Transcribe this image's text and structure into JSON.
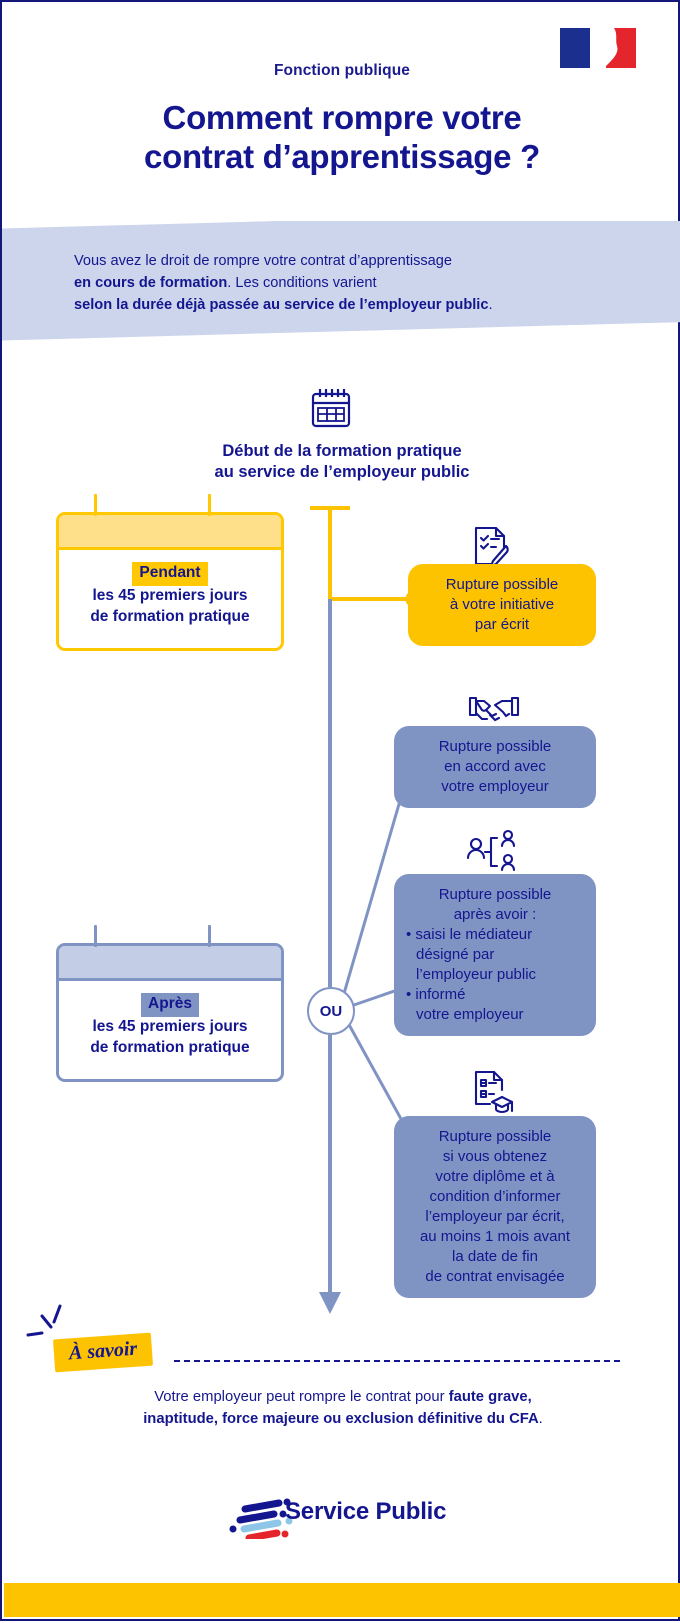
{
  "header": {
    "eyebrow": "Fonction publique",
    "title_line1": "Comment rompre votre",
    "title_line2": "contrat d’apprentissage ?",
    "flag_icon": "marianne-flag-icon"
  },
  "intro": {
    "line1": "Vous avez le droit de rompre votre contrat d’apprentissage",
    "line2_bold": "en cours de formation",
    "line2_rest": ". Les conditions varient",
    "line3_bold": "selon la durée déjà passée au service de l’employeur public",
    "line3_rest": "."
  },
  "timeline": {
    "start_icon": "calendar-icon",
    "start_title_line1": "Début de la formation pratique",
    "start_title_line2": "au service de l’employeur public",
    "branch_node_label": "OU"
  },
  "periods": [
    {
      "id": "pendant",
      "chip": "Pendant",
      "line1": "les 45 premiers jours",
      "line2": "de formation pratique",
      "color": "#ffc800"
    },
    {
      "id": "apres",
      "chip": "Après",
      "line1": "les 45 premiers jours",
      "line2": "de formation pratique",
      "color": "#8094c4"
    }
  ],
  "options": [
    {
      "id": "initiative",
      "icon": "document-pen-icon",
      "color": "#fdc300",
      "lines": [
        "Rupture possible",
        "à votre initiative",
        "par écrit"
      ]
    },
    {
      "id": "accord",
      "icon": "handshake-icon",
      "color": "#8094c4",
      "lines": [
        "Rupture possible",
        "en accord avec",
        "votre employeur"
      ]
    },
    {
      "id": "mediateur",
      "icon": "mediator-people-icon",
      "color": "#8094c4",
      "lines": [
        "Rupture possible",
        "après avoir :"
      ],
      "bullets": [
        "• saisi le médiateur\n  désigné par\n  l’employeur public",
        "• informé\n  votre employeur"
      ],
      "bullet_lines": [
        "• saisi le médiateur",
        "désigné par",
        "l’employeur public",
        "• informé",
        "votre employeur"
      ]
    },
    {
      "id": "diplome",
      "icon": "diploma-graduation-icon",
      "color": "#8094c4",
      "lines": [
        "Rupture possible",
        "si vous obtenez",
        "votre diplôme et à",
        "condition d’informer",
        "l’employeur par écrit,",
        "au moins 1 mois avant",
        "la date de fin",
        "de contrat envisagée"
      ]
    }
  ],
  "note": {
    "badge": "À savoir",
    "line1": "Votre employeur peut rompre le contrat pour ",
    "bold1": "faute grave,",
    "bold2": "inaptitude, force majeure ou exclusion définitive du CFA",
    "line_end": "."
  },
  "footer": {
    "logo_icon": "service-public-logo-icon",
    "brand": "Service Public",
    "bar_color": "#fdc300"
  },
  "colors": {
    "navy": "#14168f",
    "yellow": "#fdc300",
    "yellow_light": "#ffe08a",
    "blue_mid": "#8094c4",
    "band": "#ccd5ec"
  }
}
